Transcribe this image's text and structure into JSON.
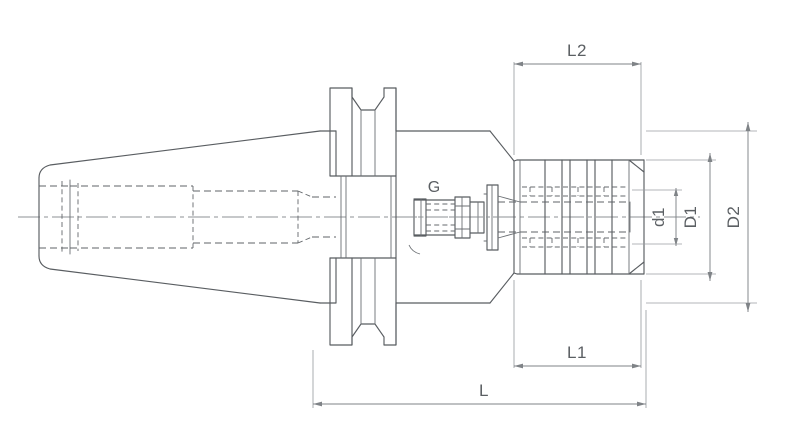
{
  "drawing": {
    "title": "Tool holder technical drawing",
    "type": "engineering-cross-section",
    "background_color": "#ffffff",
    "line_color": "#595d61",
    "dim_color": "#7f8387",
    "center_color": "#8d9195"
  },
  "dimensions": {
    "L": "L",
    "L1": "L1",
    "L2": "L2",
    "D1": "D1",
    "D2": "D2",
    "d1": "d1"
  },
  "features": {
    "thread_label": "G"
  },
  "labels": [
    {
      "id": "L2",
      "text": "L2",
      "orientation": "horizontal",
      "position": "top"
    },
    {
      "id": "D2",
      "text": "D2",
      "orientation": "vertical",
      "position": "right"
    },
    {
      "id": "D1",
      "text": "D1",
      "orientation": "vertical",
      "position": "right"
    },
    {
      "id": "d1",
      "text": "d1",
      "orientation": "vertical",
      "position": "right"
    },
    {
      "id": "L1",
      "text": "L1",
      "orientation": "horizontal",
      "position": "bottom"
    },
    {
      "id": "L",
      "text": "L",
      "orientation": "horizontal",
      "position": "bottom"
    },
    {
      "id": "G",
      "text": "G",
      "orientation": "horizontal",
      "position": "center"
    }
  ]
}
